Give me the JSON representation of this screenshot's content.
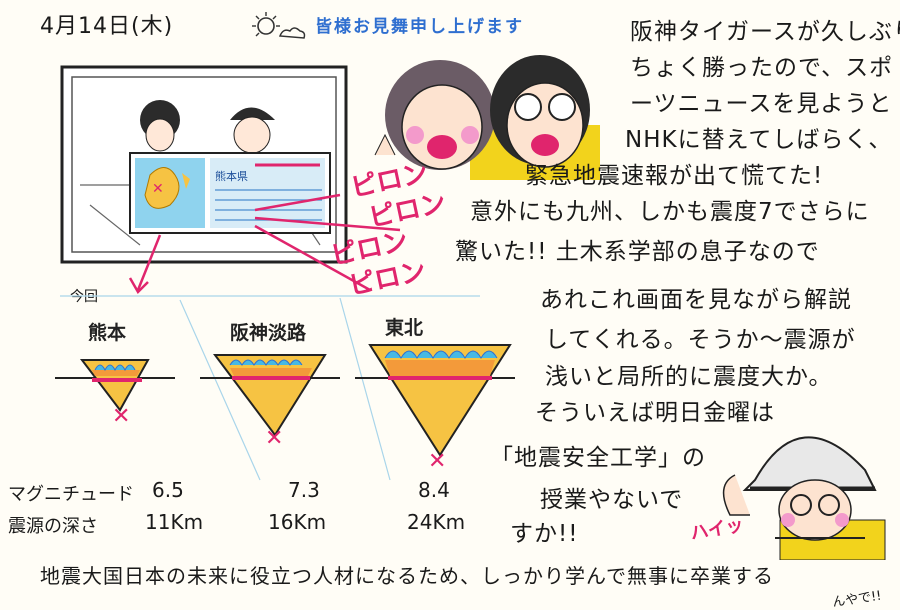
{
  "header": {
    "date": "4月14日(木)",
    "greeting": "皆様お見舞申し上げます"
  },
  "story": {
    "lines": [
      "阪神タイガースが久しぶりに",
      "ちょく勝ったので、スポ",
      "ーツニュースを見ようと",
      "NHKに替えてしばらく、",
      "緊急地震速報が出て慌てた!",
      "意外にも九州、しかも震度7でさらに",
      "驚いた!!  土木系学部の息子なので",
      "あれこれ画面を見ながら解説",
      "してくれる。そうか～震源が",
      "浅いと局所的に震度大か。",
      "そういえば明日金曜は",
      "「地震安全工学」の",
      "授業やないで",
      "すか!!"
    ],
    "footer": "地震大国日本の未来に役立つ人材になるため、しっかり学んで無事に卒業する",
    "footer_tail": "んやで!!"
  },
  "tv": {
    "screen_text": "熊本県"
  },
  "sound_effects": [
    "ピロン",
    "ピロン",
    "ピロン",
    "ピロン"
  ],
  "diagram": {
    "current_label": "今回",
    "quakes": [
      {
        "name": "熊本",
        "magnitude": "6.5",
        "depth": "11Km"
      },
      {
        "name": "阪神淡路",
        "magnitude": "7.3",
        "depth": "16Km"
      },
      {
        "name": "東北",
        "magnitude": "8.4",
        "depth": "24Km"
      }
    ],
    "magnitude_label": "マグニチュード",
    "depth_label": "震源の深さ"
  },
  "character": {
    "speech": "ハイッ"
  },
  "colors": {
    "accent_pink": "#e0256d",
    "blue": "#2f6fd0",
    "fill_yellow": "#f6c343",
    "fill_orange": "#f39a3a",
    "wave_cyan": "#47b9e3"
  }
}
